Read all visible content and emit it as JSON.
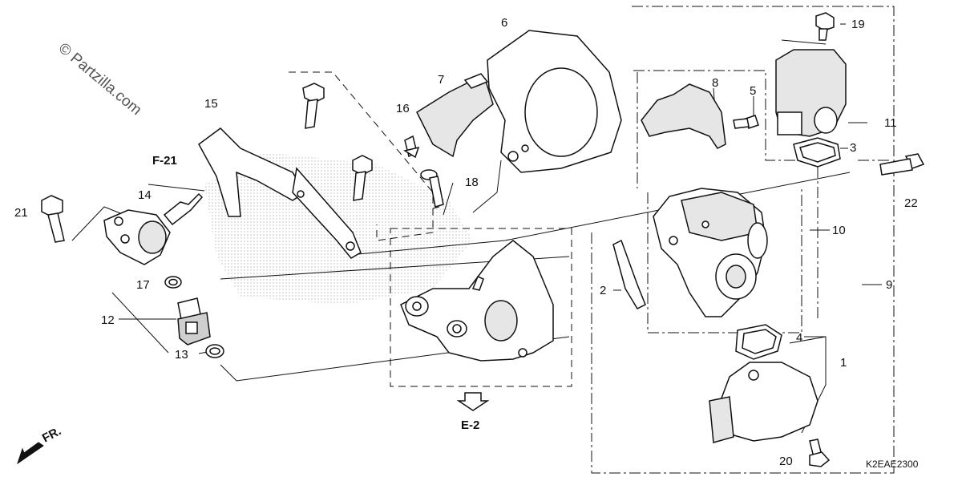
{
  "watermark": "© Partzilla.com",
  "diagram_code": "K2EAE2300",
  "front_label": "FR.",
  "refs": {
    "f21": "F-21",
    "e2": "E-2"
  },
  "callouts": {
    "c1": "1",
    "c2": "2",
    "c3": "3",
    "c4": "4",
    "c5": "5",
    "c6": "6",
    "c7": "7",
    "c8": "8",
    "c9": "9",
    "c10": "10",
    "c11": "11",
    "c12": "12",
    "c13": "13",
    "c14": "14",
    "c15": "15",
    "c16": "16",
    "c17": "17",
    "c18": "18",
    "c19": "19",
    "c20": "20",
    "c21": "21",
    "c22": "22"
  }
}
